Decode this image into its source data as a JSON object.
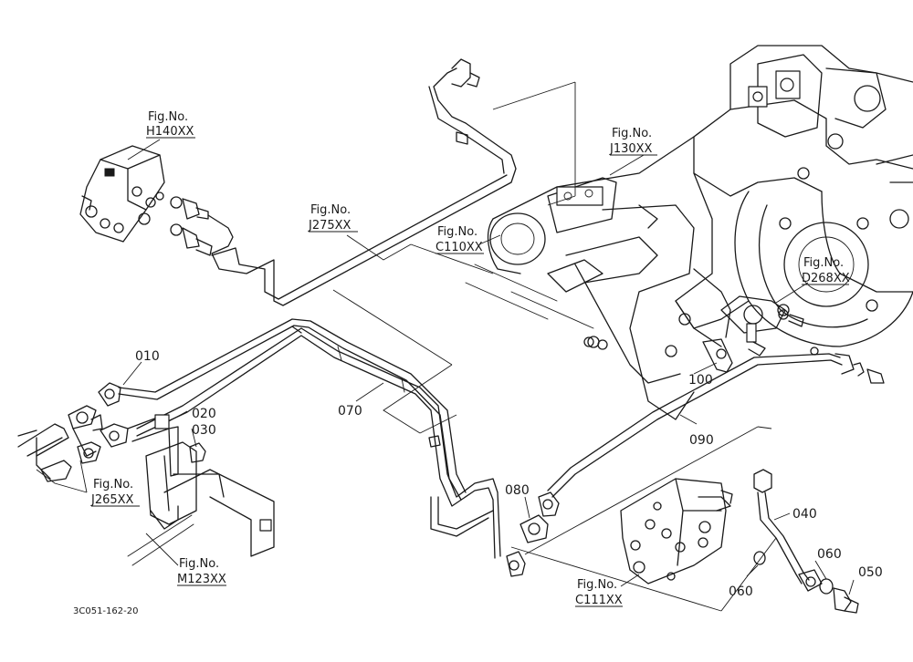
{
  "callouts": {
    "p010": "010",
    "p020": "020",
    "p030": "030",
    "p040": "040",
    "p050": "050",
    "p060a": "060",
    "p060b": "060",
    "p070": "070",
    "p080": "080",
    "p090": "090",
    "p100": "100"
  },
  "fig_refs": {
    "h140": {
      "label": "Fig.No.",
      "code": "H140XX"
    },
    "j275": {
      "label": "Fig.No.",
      "code": "J275XX"
    },
    "j130": {
      "label": "Fig.No.",
      "code": "J130XX"
    },
    "c110": {
      "label": "Fig.No.",
      "code": "C110XX"
    },
    "d268": {
      "label": "Fig.No.",
      "code": "D268XX"
    },
    "j265": {
      "label": "Fig.No.",
      "code": "J265XX"
    },
    "m123": {
      "label": "Fig.No.",
      "code": "M123XX"
    },
    "c111": {
      "label": "Fig.No.",
      "code": "C111XX"
    }
  },
  "drawing_code": "3C051-162-20"
}
